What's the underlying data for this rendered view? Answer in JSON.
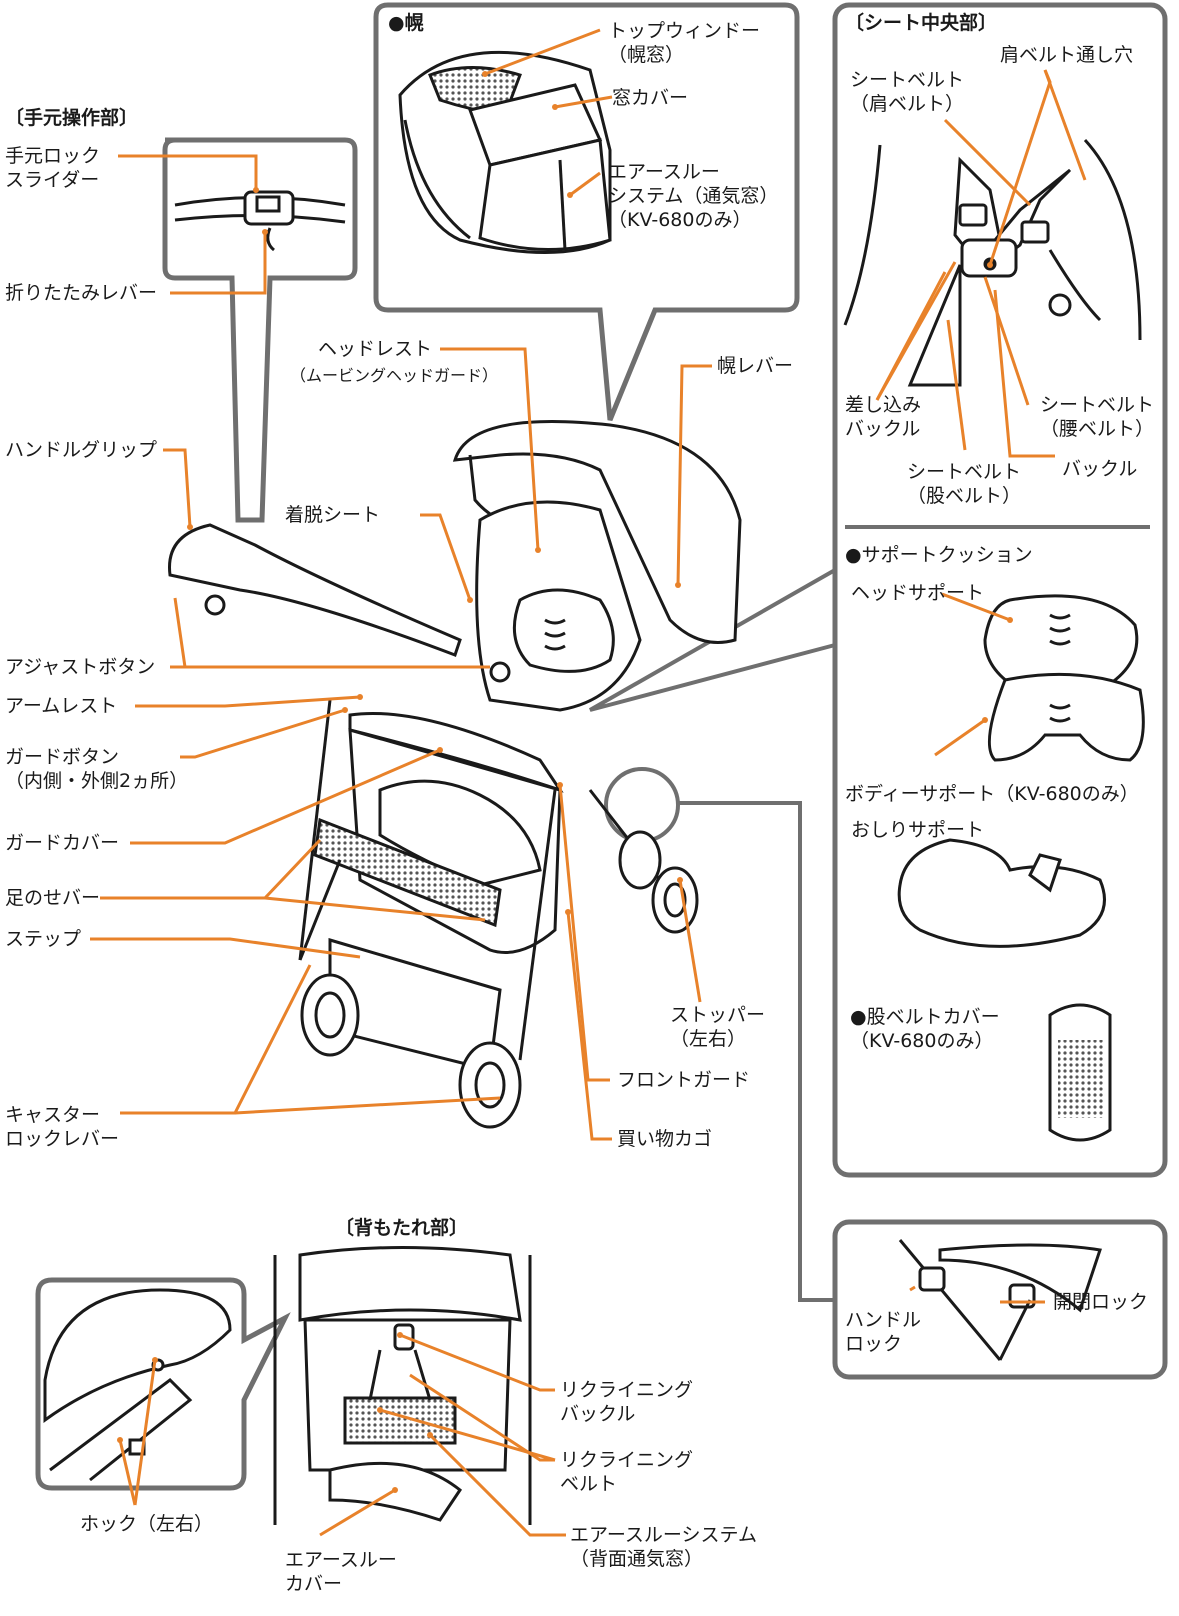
{
  "colors": {
    "leader": "#E8822A",
    "box": "#6f6f6f",
    "ink": "#1a1a1a",
    "mesh": "#888888"
  },
  "sections": {
    "hand_controls": "〔手元操作部〕",
    "hood": "●幌",
    "seat_center": "〔シート中央部〕",
    "support_cushion": "●サポートクッション",
    "crotch_cover": "●股ベルトカバー\n（KV-680のみ）",
    "backrest": "〔背もたれ部〕"
  },
  "labels": {
    "hand_lock_slider": "手元ロック\nスライダー",
    "fold_lever": "折りたたみレバー",
    "top_window": "トップウィンドー\n（幌窓）",
    "window_cover": "窓カバー",
    "air_through_system": "エアースルー\nシステム（通気窓）\n（KV-680のみ）",
    "shoulder_belt_hole": "肩ベルト通し穴",
    "shoulder_belt": "シートベルト\n（肩ベルト）",
    "insert_buckle": "差し込み\nバックル",
    "waist_belt": "シートベルト\n（腰ベルト）",
    "crotch_belt": "シートベルト\n（股ベルト）",
    "buckle": "バックル",
    "headrest": "ヘッドレスト",
    "headrest_sub": "（ムービングヘッドガード）",
    "hood_lever": "幌レバー",
    "handle_grip": "ハンドルグリップ",
    "removable_seat": "着脱シート",
    "head_support": "ヘッドサポート",
    "body_support": "ボディーサポート（KV-680のみ）",
    "hip_support": "おしりサポート",
    "adjust_button": "アジャストボタン",
    "armrest": "アームレスト",
    "guard_button": "ガードボタン\n（内側・外側2ヵ所）",
    "guard_cover": "ガードカバー",
    "footrest_bar": "足のせバー",
    "step": "ステップ",
    "stopper": "ストッパー\n（左右）",
    "front_guard": "フロントガード",
    "caster_lock_lever": "キャスター\nロックレバー",
    "shopping_basket": "買い物カゴ",
    "handle_lock": "ハンドル\nロック",
    "open_close_lock": "開閉ロック",
    "reclining_buckle": "リクライニング\nバックル",
    "reclining_belt": "リクライニング\nベルト",
    "hook": "ホック（左右）",
    "air_through_cover": "エアースルー\nカバー",
    "air_through_back": "エアースルーシステム\n（背面通気窓）"
  }
}
